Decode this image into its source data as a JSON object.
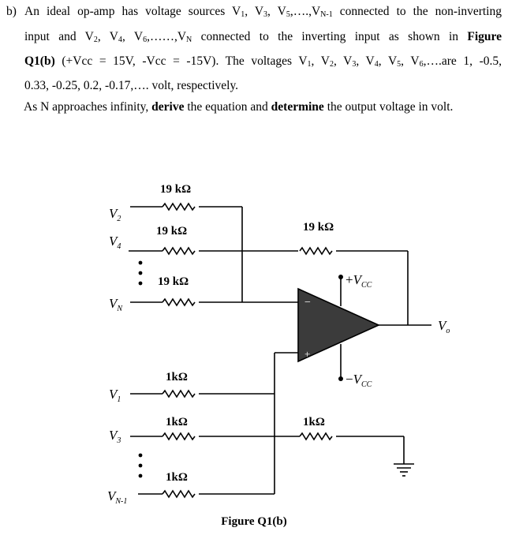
{
  "question": {
    "label": "b)",
    "line1": {
      "a": "An ideal op-amp has voltage sources V",
      "s1": "1",
      "c1": ", V",
      "s2": "3",
      "c2": ", V",
      "s3": "5",
      "c3": ",….,V",
      "s4": "N-1",
      "tail": " connected to the non-inverting"
    },
    "line2": {
      "a": "input and V",
      "s1": "2",
      "c1": ", V",
      "s2": "4",
      "c2": ", V",
      "s3": "6",
      "c3": ",……,V",
      "s4": "N",
      "tail": " connected to the inverting input as shown in ",
      "fig": "Figure"
    },
    "line3": {
      "fig": "Q1(b)",
      "a": " (+Vcc = 15V, -Vcc = -15V). The voltages V",
      "s1": "1",
      "c1": ", V",
      "s2": "2",
      "c2": ", V",
      "s3": "3",
      "c3": ", V",
      "s4": "4",
      "c4": ", V",
      "s5": "5",
      "c5": ", V",
      "s6": "6",
      "tail": ",….are 1, -0.5,"
    },
    "line4": "0.33, -0.25, 0.2, -0.17,…. volt, respectively.",
    "line5": {
      "a": "As N approaches infinity, ",
      "b1": "derive",
      "c": " the equation and ",
      "b2": "determine",
      "d": " the output voltage in volt."
    }
  },
  "circuit": {
    "feedback_resistor": "19 kΩ",
    "inv_resistor_1": "19 kΩ",
    "inv_resistor_2": "19 kΩ",
    "inv_resistor_3": "19 kΩ",
    "noninv_resistor_1": "1kΩ",
    "noninv_resistor_2": "1kΩ",
    "noninv_resistor_3": "1kΩ",
    "ground_resistor": "1kΩ",
    "inputs": {
      "v2": {
        "main": "V",
        "sub": "2"
      },
      "v4": {
        "main": "V",
        "sub": "4"
      },
      "vn": {
        "main": "V",
        "sub": "N"
      },
      "v1": {
        "main": "V",
        "sub": "1"
      },
      "v3": {
        "main": "V",
        "sub": "3"
      },
      "vn1": {
        "main": "V",
        "sub": "N-1"
      }
    },
    "supply_pos": {
      "sign": "+",
      "main": "V",
      "sub": "CC"
    },
    "supply_neg": {
      "sign": "−",
      "main": "V",
      "sub": "CC"
    },
    "output": {
      "main": "V",
      "sub": "o"
    },
    "minus_sign": "−",
    "plus_sign": "+"
  },
  "caption": "Figure Q1(b)"
}
